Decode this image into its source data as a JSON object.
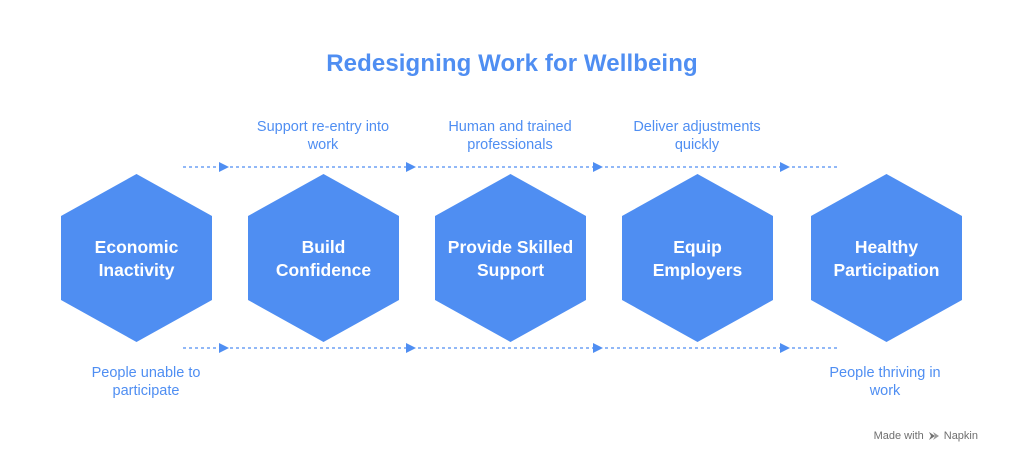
{
  "title": "Redesigning Work for Wellbeing",
  "colors": {
    "primary": "#4f8ef2",
    "text_on_hex": "#ffffff",
    "footer_text": "#6f6f6f"
  },
  "stages": [
    {
      "line1": "Economic",
      "line2": "Inactivity"
    },
    {
      "line1": "Build",
      "line2": "Confidence"
    },
    {
      "line1": "Provide Skilled",
      "line2": "Support"
    },
    {
      "line1": "Equip",
      "line2": "Employers"
    },
    {
      "line1": "Healthy",
      "line2": "Participation"
    }
  ],
  "top_captions": [
    {
      "line1": "Support re-entry into",
      "line2": "work"
    },
    {
      "line1": "Human and trained",
      "line2": "professionals"
    },
    {
      "line1": "Deliver adjustments",
      "line2": "quickly"
    }
  ],
  "bottom_captions": [
    {
      "line1": "People unable to",
      "line2": "participate"
    },
    {
      "line1": "People thriving in",
      "line2": "work"
    }
  ],
  "footer": {
    "made_with": "Made with",
    "brand": "Napkin"
  }
}
